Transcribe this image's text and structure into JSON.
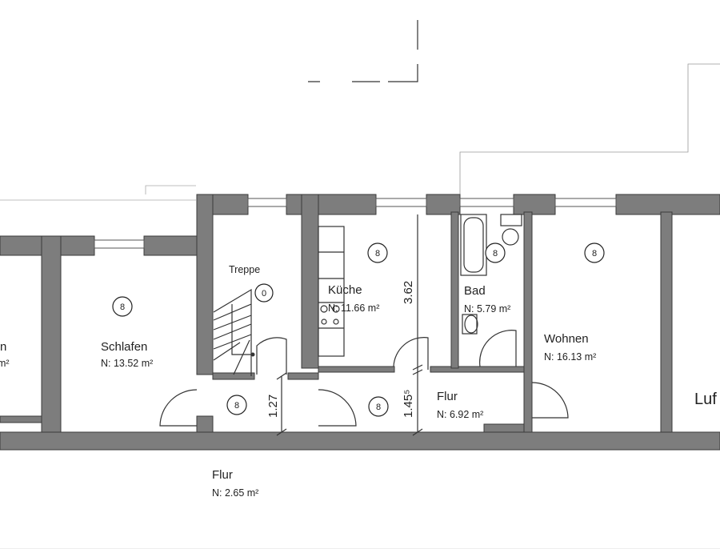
{
  "rooms": {
    "schlafen": {
      "name": "Schlafen",
      "area": "N: 13.52 m²",
      "tag": "8"
    },
    "treppe": {
      "name": "Treppe",
      "tag": "0"
    },
    "kueche": {
      "name": "Küche",
      "area": "N: 11.66 m²",
      "tag": "8"
    },
    "bad": {
      "name": "Bad",
      "area": "N: 5.79 m²",
      "tag": "8"
    },
    "wohnen": {
      "name": "Wohnen",
      "area": "N: 16.13 m²",
      "tag": "8"
    },
    "flur_small": {
      "name": "Flur",
      "area": "N: 2.65 m²",
      "tag": "8"
    },
    "flur_main": {
      "name": "Flur",
      "area": "N: 6.92 m²",
      "tag": "8"
    },
    "left_partial": {
      "name": "n",
      "area": "m²"
    },
    "right_partial": {
      "name": "Luf"
    }
  },
  "dimensions": {
    "kueche_depth": "3.62",
    "flur_width": "1.45⁵",
    "flur_small_width": "1.27"
  }
}
